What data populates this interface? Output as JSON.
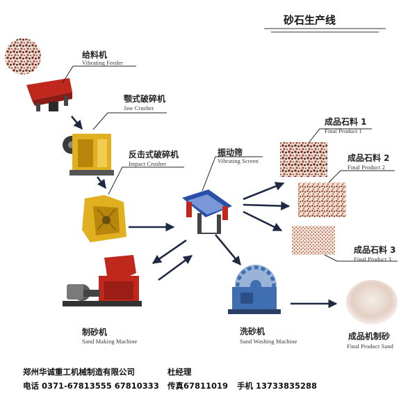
{
  "title": "砂石生产线",
  "machines": {
    "feeder": {
      "cn": "给料机",
      "en": "Vibrating Feeder"
    },
    "jaw": {
      "cn": "颚式破碎机",
      "en": "Jaw Crusher"
    },
    "impact": {
      "cn": "反击式破碎机",
      "en": "Impact Crusher"
    },
    "screen": {
      "cn": "振动筛",
      "en": "Vibrating Screen"
    },
    "sandmaker": {
      "cn": "制砂机",
      "en": "Sand Making Machine"
    },
    "washer": {
      "cn": "洗砂机",
      "en": "Sand Washing Machine"
    }
  },
  "products": {
    "p1": {
      "cn": "成品石料 1",
      "en": "Final Product 1"
    },
    "p2": {
      "cn": "成品石料 2",
      "en": "Final Product 2"
    },
    "p3": {
      "cn": "成品石料 3",
      "en": "Final Product 3"
    },
    "sand": {
      "cn": "成品机制砂",
      "en": "Final Product Sand"
    }
  },
  "footer": {
    "company": "郑州华诚重工机械制造有限公司",
    "manager": "杜经理",
    "phone": "电话  0371-67813555  67810333",
    "fax": "传真67811019",
    "mobile": "手机  13733835288"
  },
  "colors": {
    "accent_red": "#c0281e",
    "machine_yellow": "#e0b020",
    "screen_blue": "#2a4fa8",
    "washer_blue": "#3f6fb0",
    "arrow": "#1e2a44"
  },
  "icons": [
    "raw-stone-texture",
    "vibrating-feeder-icon",
    "jaw-crusher-icon",
    "impact-crusher-icon",
    "vibrating-screen-icon",
    "sand-making-machine-icon",
    "sand-washing-machine-icon",
    "stone-product-texture",
    "sand-pile-icon"
  ]
}
